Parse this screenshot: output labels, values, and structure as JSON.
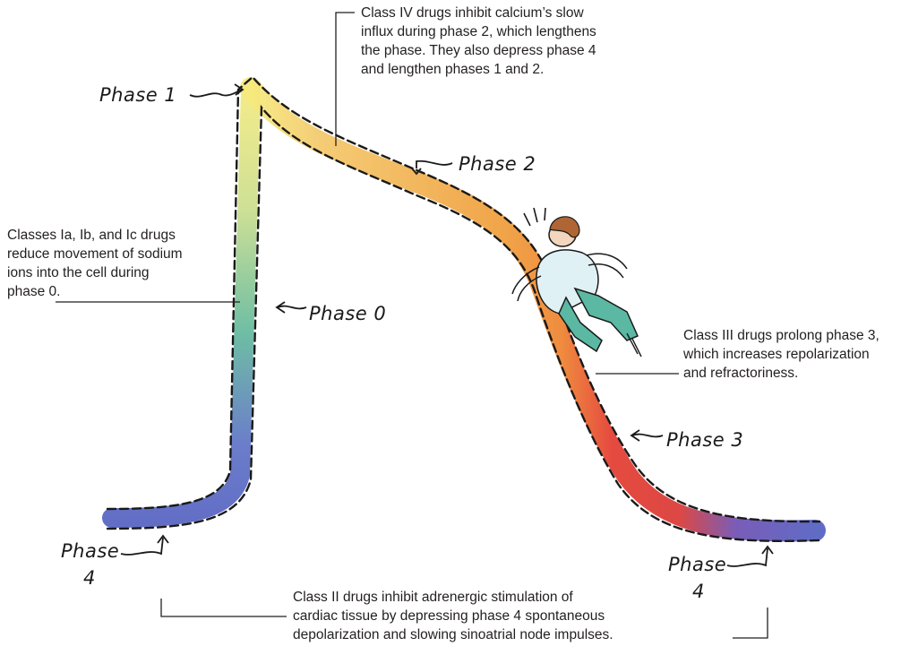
{
  "phase_labels": {
    "phase1": "Phase 1",
    "phase2": "Phase 2",
    "phase0": "Phase 0",
    "phase3": "Phase 3",
    "phase4_left_line1": "Phase",
    "phase4_left_line2": "4",
    "phase4_right_line1": "Phase",
    "phase4_right_line2": "4"
  },
  "annotations": {
    "class_iv": [
      "Class IV drugs inhibit calcium’s slow",
      "influx during phase 2, which lengthens",
      "the phase. They also depress phase 4",
      "and lengthen phases 1 and 2."
    ],
    "class_i": [
      "Classes Ia, Ib, and Ic drugs",
      "reduce movement of sodium",
      "ions into the cell during",
      "phase 0."
    ],
    "class_iii": [
      "Class III drugs prolong phase 3,",
      "which increases repolarization",
      "and refractoriness."
    ],
    "class_ii": [
      "Class II drugs inhibit adrenergic stimulation of",
      "cardiac tissue by depressing phase 4 spontaneous",
      "depolarization and slowing sinoatrial node impulses."
    ]
  },
  "colors": {
    "resting_blue": "#4f5bbf",
    "depolarization_green": "#5fb79a",
    "peak_yellow": "#f3e67a",
    "plateau_orange": "#ef9a35",
    "repolarization_red": "#e2362a",
    "outline": "#1a1a1a"
  }
}
